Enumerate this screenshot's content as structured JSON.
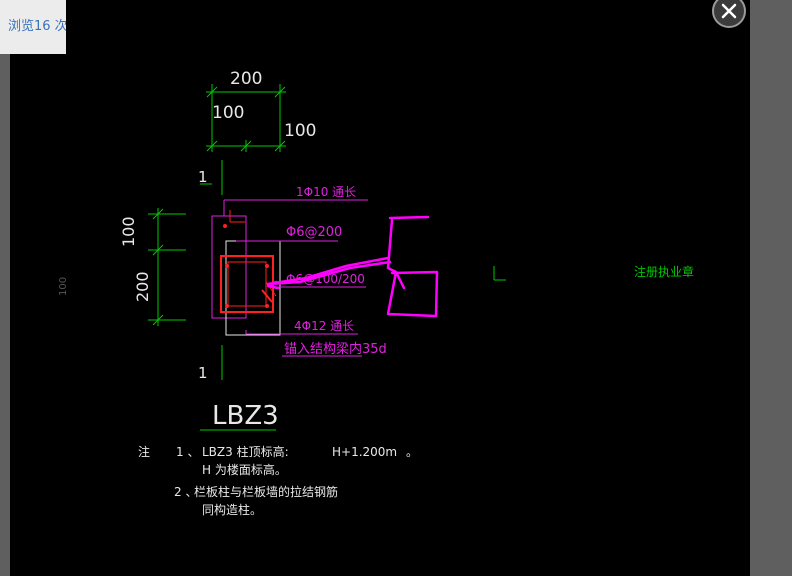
{
  "viewer": {
    "view_count": "浏览16 次",
    "close_symbol": "×"
  },
  "drawing": {
    "dims": {
      "top_total": "200",
      "top_left": "100",
      "top_right": "100",
      "left_top": "100",
      "left_bottom": "200"
    },
    "section_mark_top": "1",
    "section_mark_bottom": "1",
    "rebar_top_note": "1Φ10  通长",
    "stirrup_a": "Φ6@200",
    "stirrup_b": "Φ6@100/200",
    "rebar_main": "4Φ12   通长",
    "anchor_note": "锚入结构梁内35d",
    "column_title": "LBZ3",
    "faded_left": "100",
    "stamp_text": "注册执业章"
  },
  "notes": {
    "label": "注",
    "item1_index": "1 、",
    "item1_text": "LBZ3 柱顶标高:",
    "item1_value": "H+1.200m",
    "item1_end": "。",
    "item1_sub": "H   为楼面标高。",
    "item2_index": "2 、",
    "item2_text": "栏板柱与栏板墙的拉结钢筋",
    "item2_sub": "同构造柱。"
  },
  "colors": {
    "cad_green": "#00c800",
    "cad_magenta": "#e020e0",
    "cad_red": "#ff2020",
    "cad_white": "#e8e8e8",
    "annot_magenta": "#ff00ff"
  }
}
